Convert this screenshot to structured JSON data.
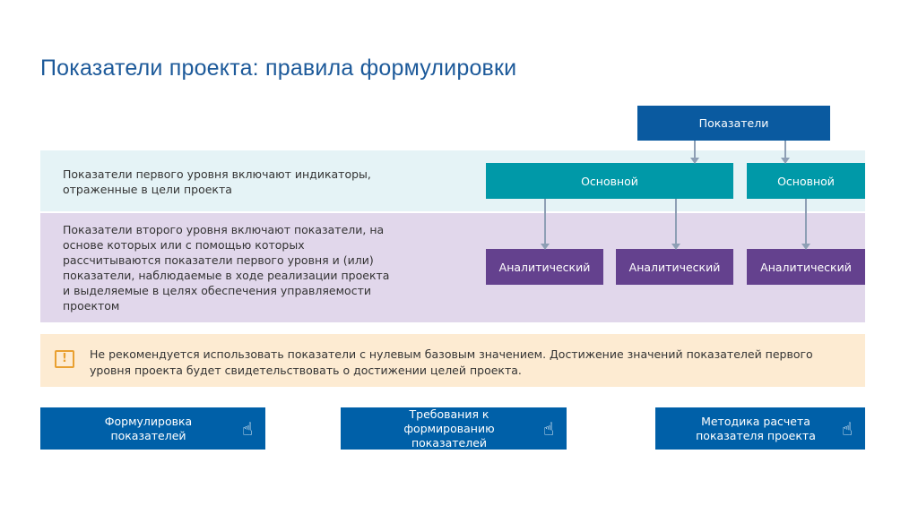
{
  "title": "Показатели проекта: правила формулировки",
  "level1_text": "Показатели первого уровня включают индикаторы, отраженные в цели проекта",
  "level2_text": "Показатели второго уровня включают показатели, на основе которых или с помощью которых рассчитываются показатели первого уровня и (или) показатели, наблюдаемые в ходе реализации проекта и выделяемые в целях обеспечения управляемости проектом",
  "diagram": {
    "root": "Показатели",
    "main": [
      "Основной",
      "Основной"
    ],
    "analytic": [
      "Аналитический",
      "Аналитический",
      "Аналитический"
    ]
  },
  "notice": "Не рекомендуется использовать показатели с нулевым базовым значением. Достижение значений показателей первого уровня проекта будет свидетельствовать о достижении целей проекта.",
  "buttons": [
    "Формулировка показателей",
    "Требования к формированию показателей",
    "Методика расчета показателя проекта"
  ],
  "colors": {
    "root": "#0a5aa0",
    "main": "#0099a8",
    "analytic": "#64418e",
    "button": "#0060a8"
  }
}
